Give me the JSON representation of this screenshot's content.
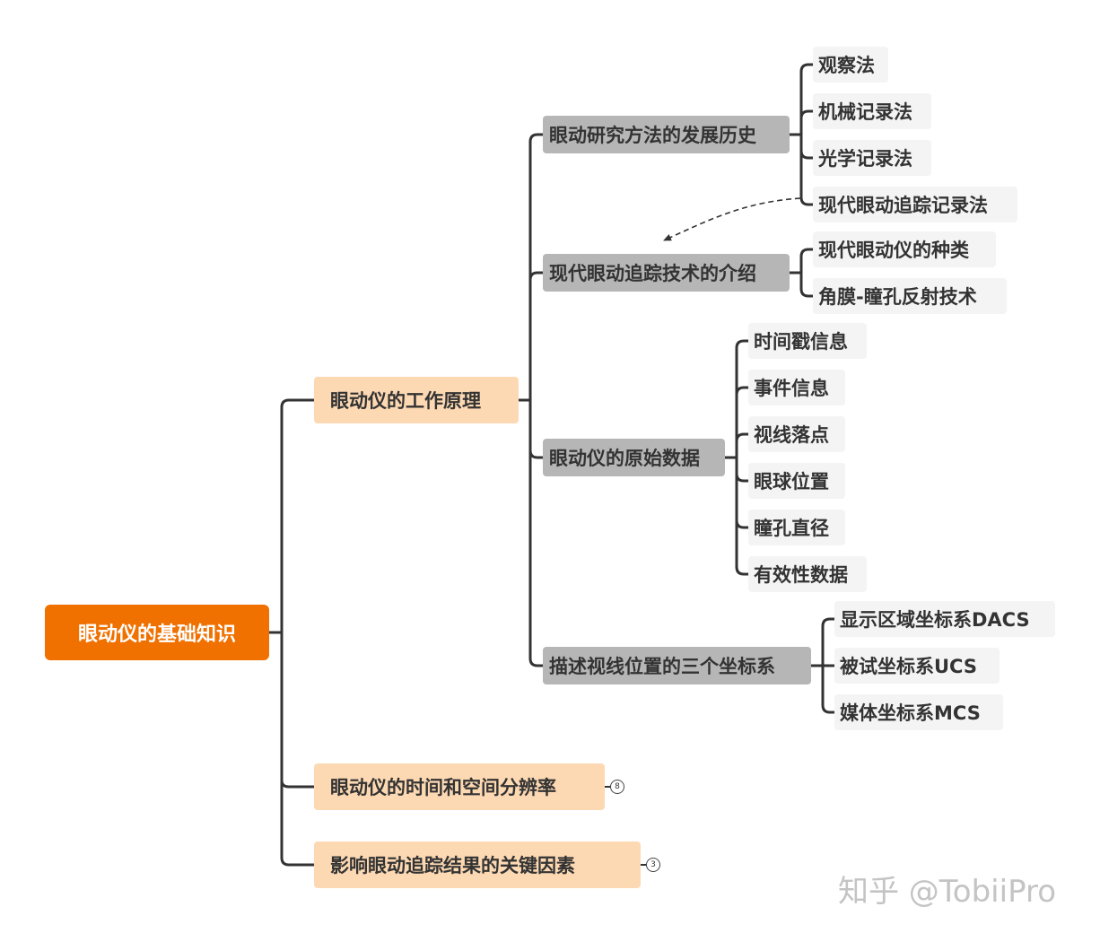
{
  "root": {
    "label": "眼动仪的基础知识"
  },
  "branches": [
    {
      "label": "眼动仪的工作原理",
      "children": [
        {
          "label": "眼动研究方法的发展历史",
          "children": [
            "观察法",
            "机械记录法",
            "光学记录法",
            "现代眼动追踪记录法"
          ]
        },
        {
          "label": "现代眼动追踪技术的介绍",
          "children": [
            "现代眼动仪的种类",
            "角膜-瞳孔反射技术"
          ]
        },
        {
          "label": "眼动仪的原始数据",
          "children": [
            "时间戳信息",
            "事件信息",
            "视线落点",
            "眼球位置",
            "瞳孔直径",
            "有效性数据"
          ]
        },
        {
          "label": "描述视线位置的三个坐标系",
          "children": [
            "显示区域坐标系DACS",
            "被试坐标系UCS",
            "媒体坐标系MCS"
          ]
        }
      ]
    },
    {
      "label": "眼动仪的时间和空间分辨率",
      "collapsed_count": "8"
    },
    {
      "label": "影响眼动追踪结果的关键因素",
      "collapsed_count": "3"
    }
  ],
  "watermark": "知乎 @TobiiPro",
  "colors": {
    "root": "#f07000",
    "level1": "#fdd9b3",
    "level2": "#b6b6b6",
    "leaf": "#f4f4f4",
    "line": "#333333"
  }
}
